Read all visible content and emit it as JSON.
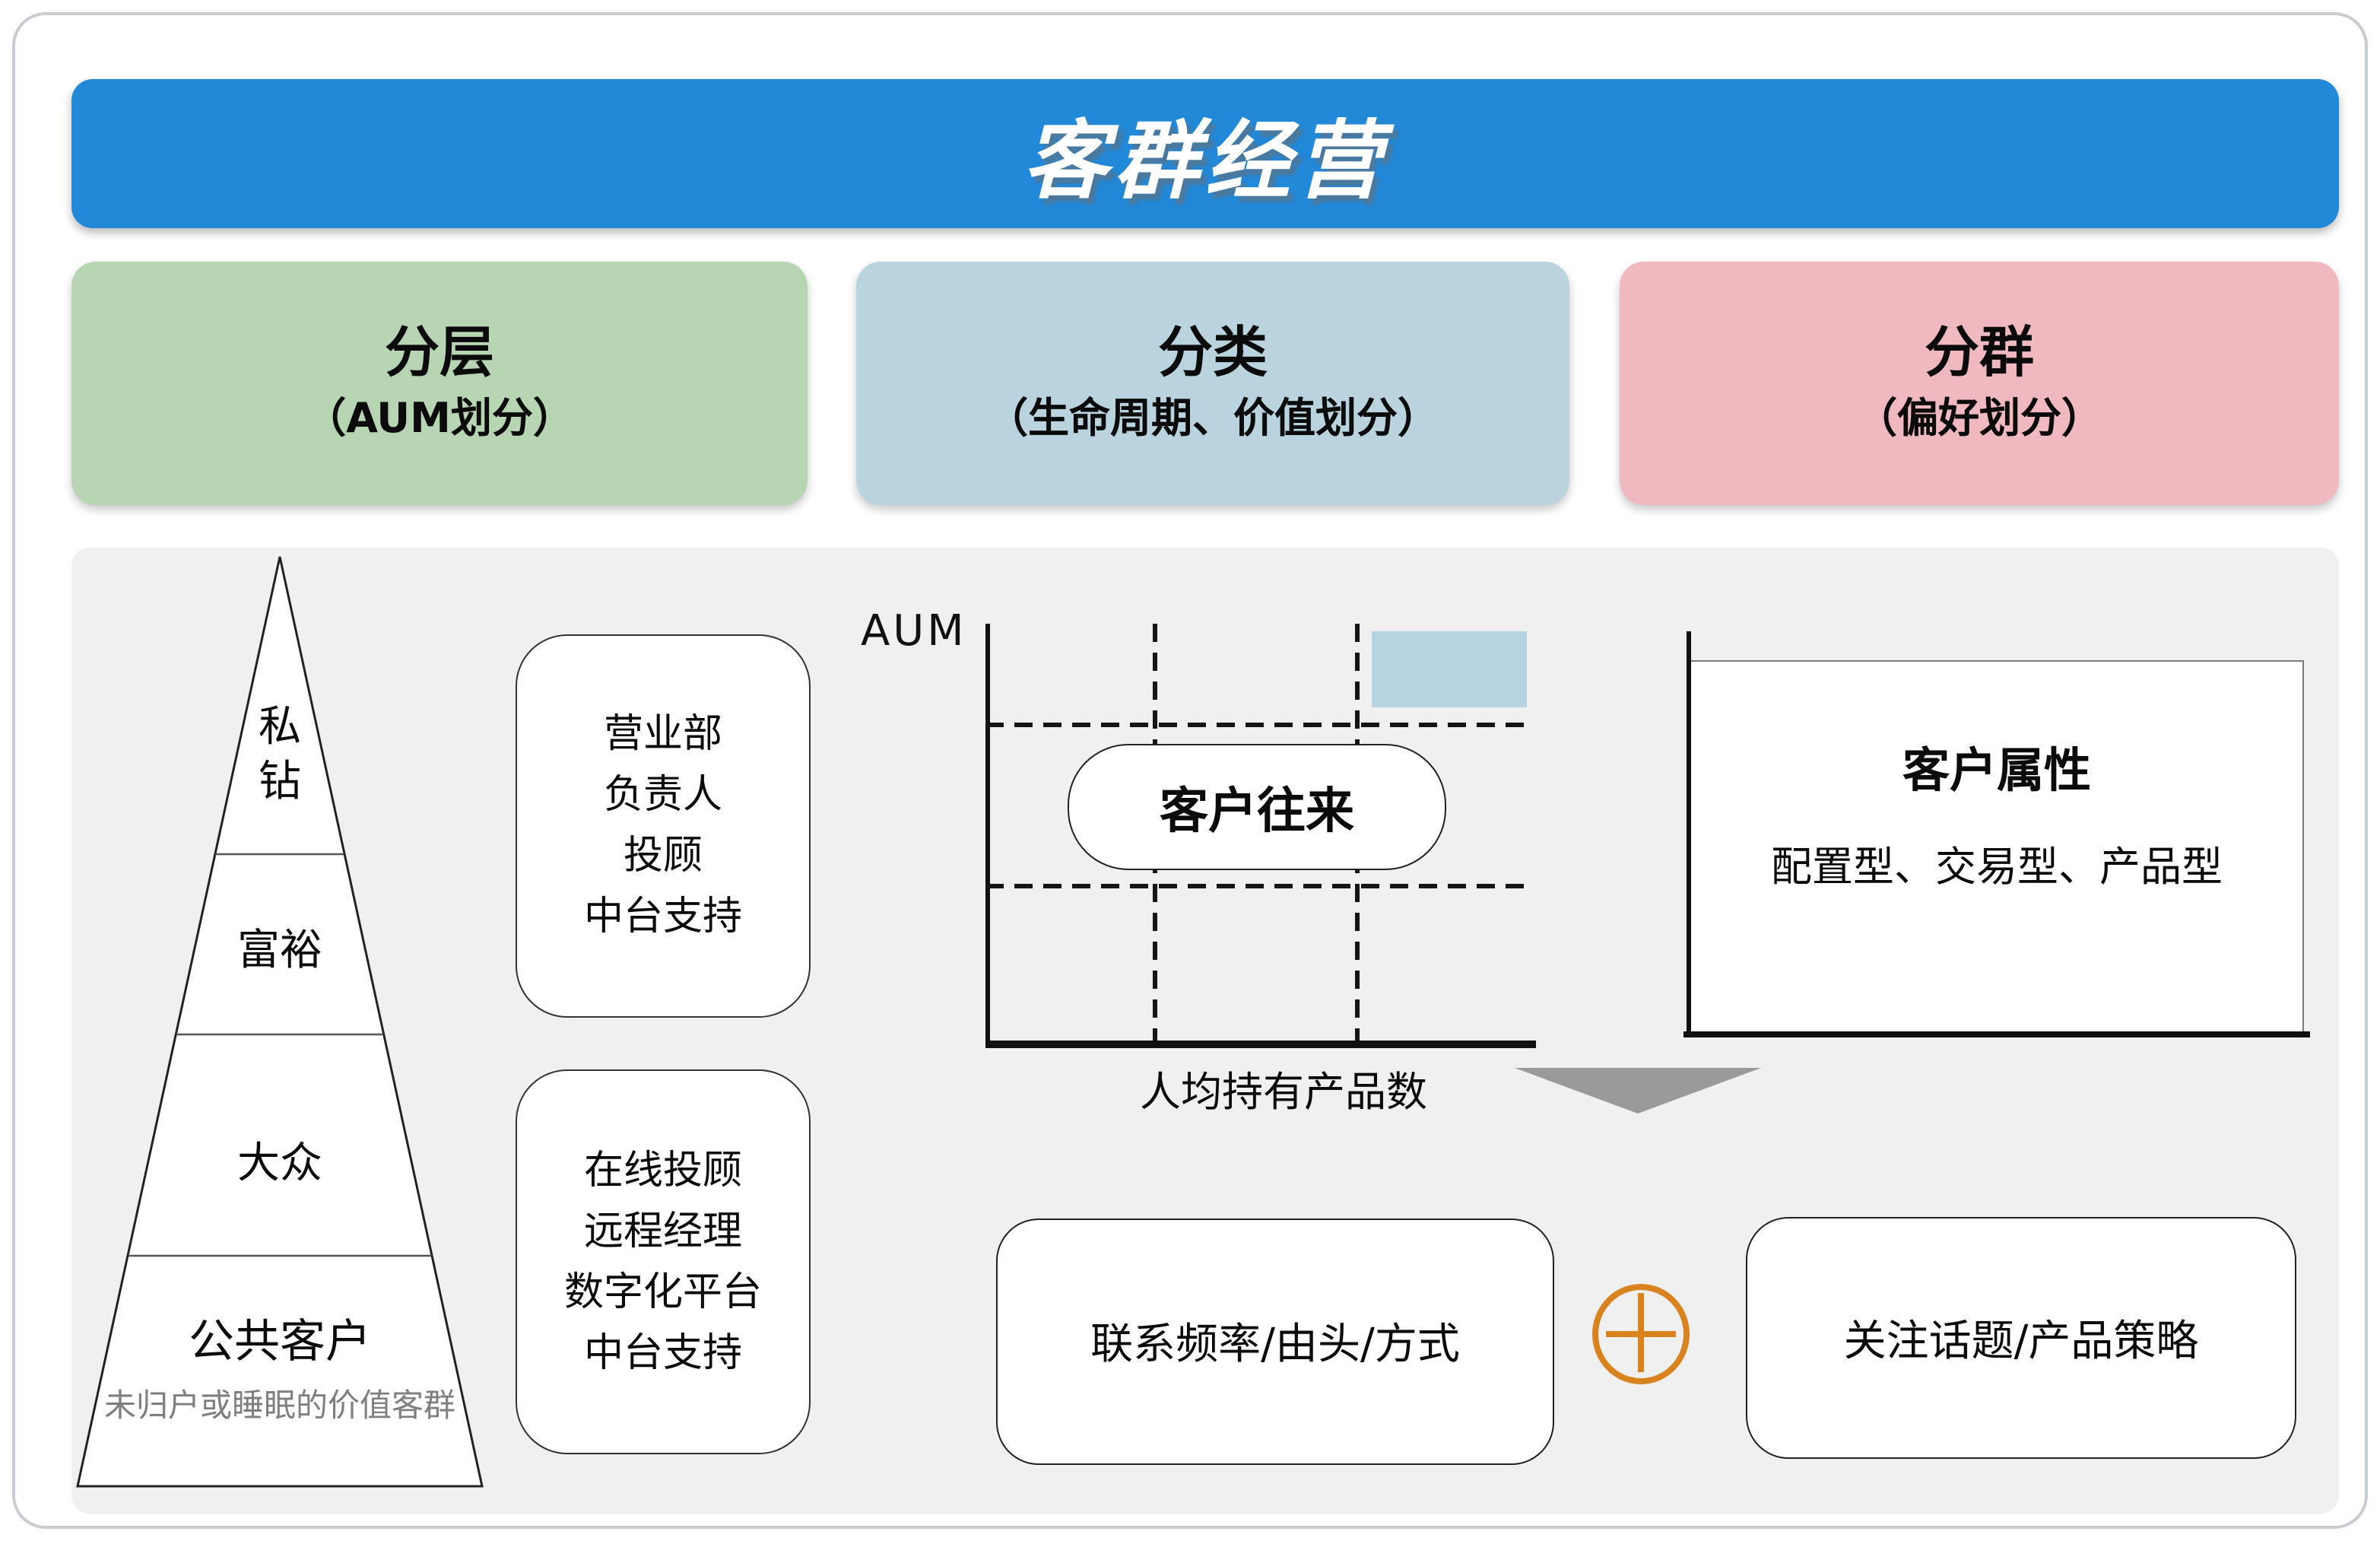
{
  "banner": {
    "title": "客群经营",
    "bg_color": "#2288d8"
  },
  "header_boxes": [
    {
      "title": "分层",
      "subtitle": "（AUM划分）",
      "bg_color": "#b7d5b3"
    },
    {
      "title": "分类",
      "subtitle": "（生命周期、价值划分）",
      "bg_color": "#b9d4de"
    },
    {
      "title": "分群",
      "subtitle": "（偏好划分）",
      "bg_color": "#efb9bf"
    }
  ],
  "pyramid": {
    "levels": [
      {
        "label": "私钻"
      },
      {
        "label": "富裕"
      },
      {
        "label": "大众"
      },
      {
        "label": "公共客户"
      }
    ],
    "footnote": "未归户或睡眠的价值客群"
  },
  "support_boxes": [
    {
      "lines": [
        "营业部",
        "负责人",
        "投顾",
        "中台支持"
      ]
    },
    {
      "lines": [
        "在线投顾",
        "远程经理",
        "数字化平台",
        "中台支持"
      ]
    }
  ],
  "chart": {
    "y_axis_label": "AUM",
    "x_axis_label": "人均持有产品数",
    "pill_label": "客户往来",
    "highlight_color": "#b5d3e0"
  },
  "attribute_box": {
    "title": "客户属性",
    "subtitle": "配置型、交易型、产品型"
  },
  "bottom_row": {
    "left_box_label": "联系频率/由头/方式",
    "plus_icon_color": "#d9831f",
    "right_box_label": "关注话题/产品策略"
  }
}
